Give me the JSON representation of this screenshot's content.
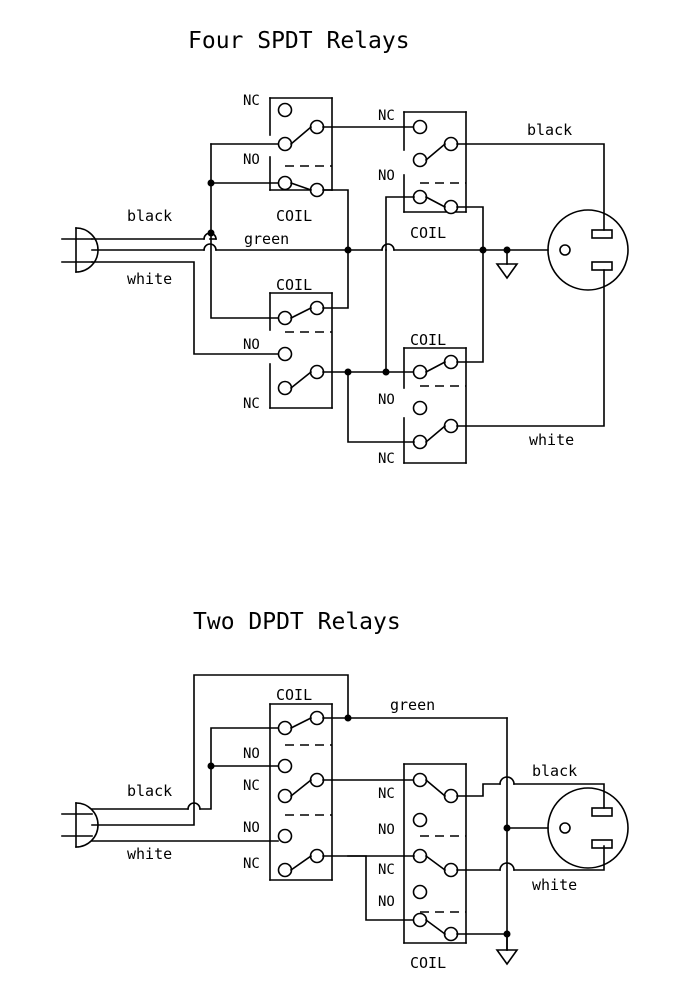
{
  "titles": {
    "four_spdt": "Four SPDT Relays",
    "two_dpdt": "Two DPDT Relays"
  },
  "labels": {
    "nc": "NC",
    "no": "NO",
    "coil": "COIL",
    "black": "black",
    "white": "white",
    "green": "green"
  }
}
